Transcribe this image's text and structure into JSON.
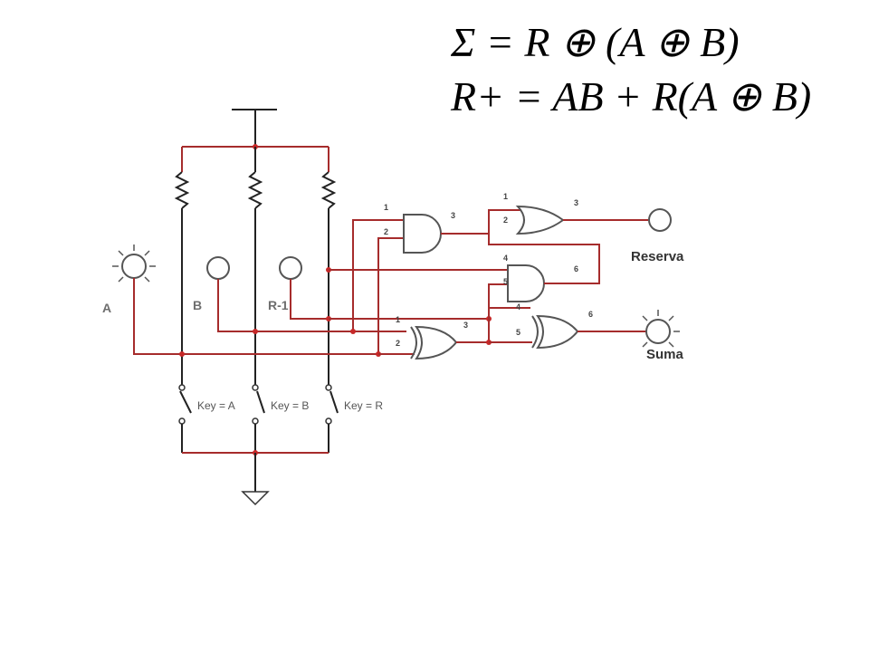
{
  "formula": {
    "line1": "Σ = R ⊕ (A ⊕ B)",
    "line2": "R+ = AB + R(A ⊕ B)"
  },
  "inputs": {
    "a": "A",
    "b": "B",
    "r": "R-1"
  },
  "outputs": {
    "carry": "Reserva",
    "sum": "Suma"
  },
  "switches": {
    "a": "Key = A",
    "b": "Key = B",
    "r": "Key = R"
  },
  "pins": {
    "xor1_in1": "1",
    "xor1_in2": "2",
    "xor1_out": "3",
    "and1_in1": "1",
    "and1_in2": "2",
    "and1_out": "3",
    "or_in1": "1",
    "or_in2": "2",
    "or_out": "3",
    "and2_in1": "4",
    "and2_in2": "5",
    "and2_out": "6",
    "xor2_in1": "4",
    "xor2_in2": "5",
    "xor2_out": "6"
  },
  "colors": {
    "wire": "#a62c2c",
    "junction": "#c62828",
    "component": "#555555"
  }
}
